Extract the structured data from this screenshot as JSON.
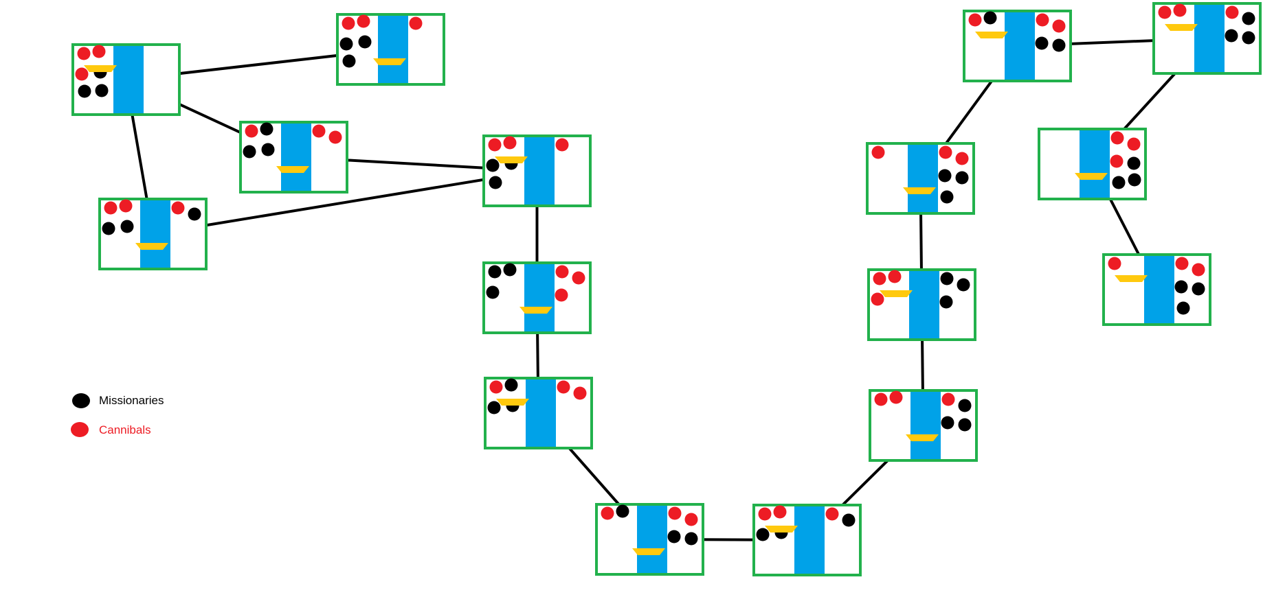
{
  "colors": {
    "missionary": "#000000",
    "cannibal": "#ed1c24",
    "river": "#00a2e8",
    "boat": "#ffc90e",
    "state_border": "#22b14c",
    "edge": "#000000"
  },
  "legend": {
    "missionaries_label": "Missionaries",
    "cannibals_label": "Cannibals"
  },
  "states": [
    {
      "id": "s1",
      "left": {
        "m": 3,
        "c": 3
      },
      "right": {
        "m": 0,
        "c": 0
      },
      "boat": "left"
    },
    {
      "id": "s2",
      "left": {
        "m": 3,
        "c": 2
      },
      "right": {
        "m": 0,
        "c": 1
      },
      "boat": "right"
    },
    {
      "id": "s3",
      "left": {
        "m": 2,
        "c": 2
      },
      "right": {
        "m": 1,
        "c": 1
      },
      "boat": "right"
    },
    {
      "id": "s4",
      "left": {
        "m": 3,
        "c": 1
      },
      "right": {
        "m": 0,
        "c": 2
      },
      "boat": "right"
    },
    {
      "id": "s5",
      "left": {
        "m": 3,
        "c": 2
      },
      "right": {
        "m": 0,
        "c": 1
      },
      "boat": "left"
    },
    {
      "id": "s6",
      "left": {
        "m": 3,
        "c": 0
      },
      "right": {
        "m": 0,
        "c": 3
      },
      "boat": "right"
    },
    {
      "id": "s7",
      "left": {
        "m": 3,
        "c": 1
      },
      "right": {
        "m": 0,
        "c": 2
      },
      "boat": "left"
    },
    {
      "id": "s8",
      "left": {
        "m": 1,
        "c": 1
      },
      "right": {
        "m": 2,
        "c": 2
      },
      "boat": "right"
    },
    {
      "id": "s9",
      "left": {
        "m": 2,
        "c": 2
      },
      "right": {
        "m": 1,
        "c": 1
      },
      "boat": "left"
    },
    {
      "id": "s10",
      "left": {
        "m": 0,
        "c": 2
      },
      "right": {
        "m": 3,
        "c": 1
      },
      "boat": "right"
    },
    {
      "id": "s11",
      "left": {
        "m": 0,
        "c": 3
      },
      "right": {
        "m": 3,
        "c": 0
      },
      "boat": "left"
    },
    {
      "id": "s12",
      "left": {
        "m": 0,
        "c": 1
      },
      "right": {
        "m": 3,
        "c": 2
      },
      "boat": "right"
    },
    {
      "id": "s13",
      "left": {
        "m": 1,
        "c": 1
      },
      "right": {
        "m": 2,
        "c": 2
      },
      "boat": "left"
    },
    {
      "id": "s14",
      "left": {
        "m": 0,
        "c": 2
      },
      "right": {
        "m": 3,
        "c": 1
      },
      "boat": "left"
    },
    {
      "id": "s15",
      "left": {
        "m": 0,
        "c": 0
      },
      "right": {
        "m": 3,
        "c": 3
      },
      "boat": "right"
    },
    {
      "id": "s16",
      "left": {
        "m": 0,
        "c": 1
      },
      "right": {
        "m": 3,
        "c": 2
      },
      "boat": "left"
    }
  ],
  "edges": [
    [
      "s1",
      "s2"
    ],
    [
      "s1",
      "s3"
    ],
    [
      "s1",
      "s4"
    ],
    [
      "s3",
      "s5"
    ],
    [
      "s4",
      "s5"
    ],
    [
      "s5",
      "s6"
    ],
    [
      "s6",
      "s7"
    ],
    [
      "s7",
      "s8"
    ],
    [
      "s8",
      "s9"
    ],
    [
      "s9",
      "s10"
    ],
    [
      "s10",
      "s11"
    ],
    [
      "s11",
      "s12"
    ],
    [
      "s12",
      "s13"
    ],
    [
      "s13",
      "s14"
    ],
    [
      "s14",
      "s15"
    ],
    [
      "s15",
      "s16"
    ],
    [
      "s15",
      "s14"
    ]
  ]
}
